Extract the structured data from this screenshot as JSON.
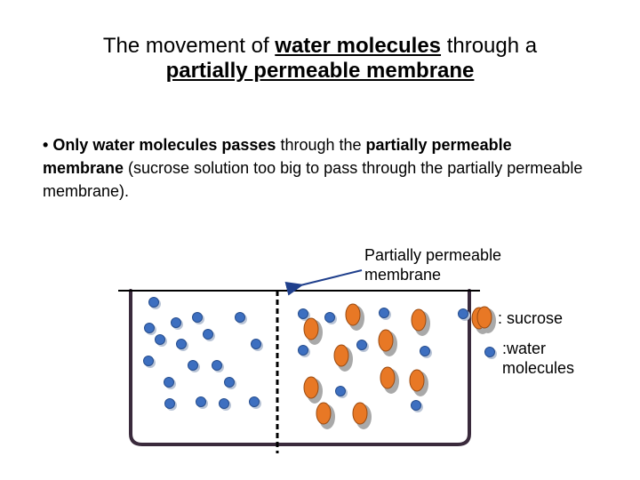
{
  "title": {
    "part1": "The movement of ",
    "part2": "water molecules",
    "part3": " through a ",
    "part4": "partially permeable membrane"
  },
  "bullet": {
    "marker": "• ",
    "bold1": "Only water molecules passes",
    "normal1": " through the ",
    "bold2": "partially permeable membrane",
    "normal2": " (sucrose solution too big to pass through the partially permeable membrane)."
  },
  "labels": {
    "membrane_line1": "Partially permeable",
    "membrane_line2": "membrane",
    "legend_sucrose": ": sucrose",
    "legend_water_line1": ":water",
    "legend_water_line2": "molecules"
  },
  "colors": {
    "water": "#3d6fc0",
    "water_dark": "#274e8e",
    "sucrose": "#e87825",
    "sucrose_dark": "#8c8c8c",
    "beaker": "#3a2a3c",
    "arrow": "#1f3f8c"
  }
}
